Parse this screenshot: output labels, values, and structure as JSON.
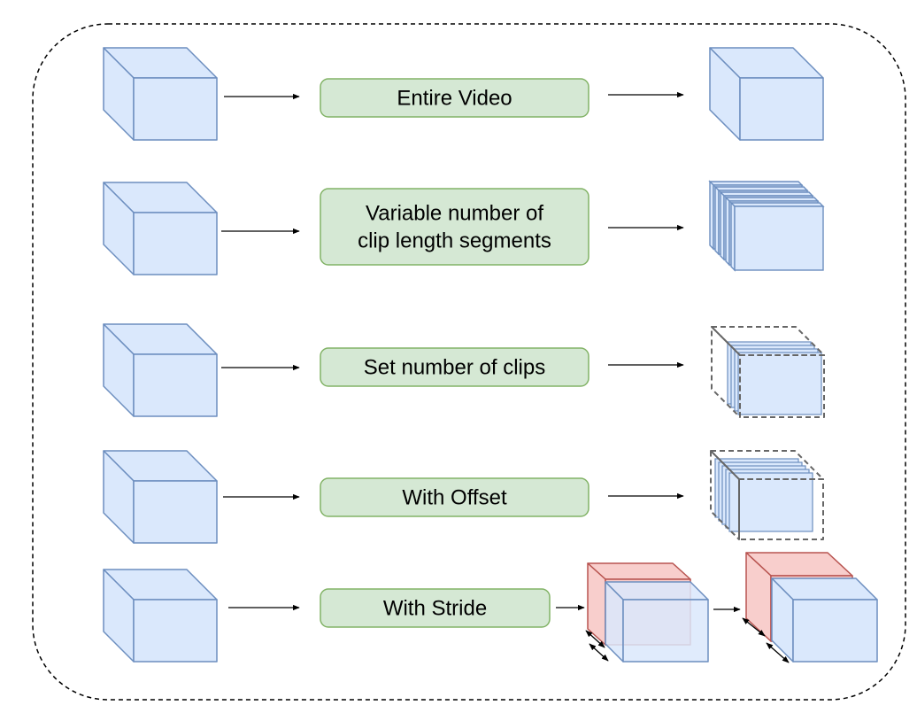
{
  "colors": {
    "cube_fill": "#dae8fc",
    "cube_stroke": "#6c8ebf",
    "box_fill": "#d5e8d4",
    "box_stroke": "#82b366",
    "red_fill": "#f8cecc",
    "red_stroke": "#b85450",
    "dashed_stroke": "#666666",
    "frame_stroke": "#000000"
  },
  "rows": [
    {
      "id": "entire-video",
      "lines": [
        "Entire Video"
      ]
    },
    {
      "id": "variable-segments",
      "lines": [
        "Variable number of",
        "clip length segments"
      ]
    },
    {
      "id": "set-clips",
      "lines": [
        "Set number of clips"
      ]
    },
    {
      "id": "with-offset",
      "lines": [
        "With Offset"
      ]
    },
    {
      "id": "with-stride",
      "lines": [
        "With Stride"
      ]
    }
  ]
}
